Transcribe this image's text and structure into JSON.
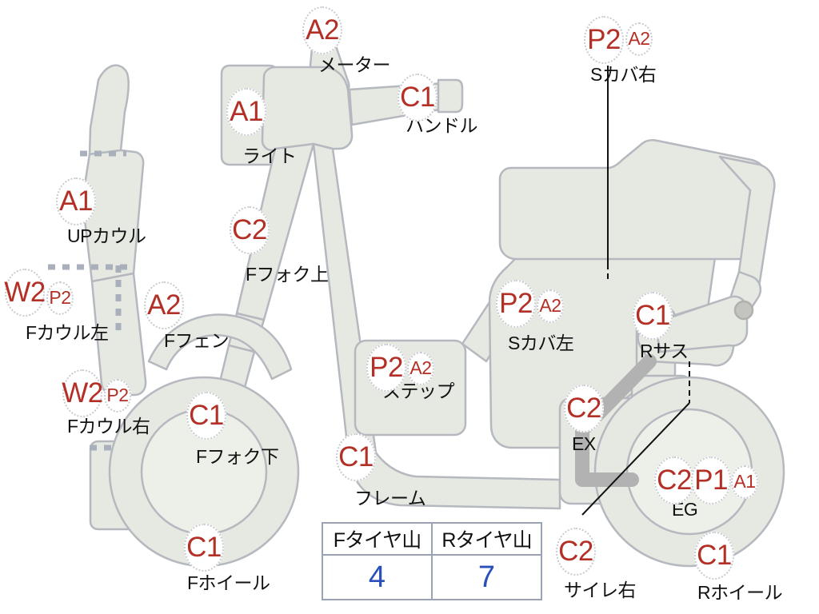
{
  "diagram": {
    "title": "Motorcycle condition inspection diagram",
    "colors": {
      "badge_text": "#b33026",
      "badge_border": "#c9ccd2",
      "body_fill": "#e6e8e2",
      "body_stroke": "#b5b8be",
      "label_text": "#121212",
      "table_border": "#9aa3b5",
      "table_value": "#2a4fb8",
      "background": "#ffffff"
    }
  },
  "parts": [
    {
      "id": "meter",
      "grade": "A2",
      "sub": null,
      "label": "メーター"
    },
    {
      "id": "handle",
      "grade": "C1",
      "sub": null,
      "label": "ハンドル"
    },
    {
      "id": "light",
      "grade": "A1",
      "sub": null,
      "label": "ライト"
    },
    {
      "id": "s-cover-r",
      "grade": "P2",
      "sub": "A2",
      "label": "Sカバ右"
    },
    {
      "id": "up-cowl",
      "grade": "A1",
      "sub": null,
      "label": "UPカウル"
    },
    {
      "id": "f-fork-up",
      "grade": "C2",
      "sub": null,
      "label": "Fフォク上"
    },
    {
      "id": "f-cowl-l",
      "grade": "W2",
      "sub": "P2",
      "label": "Fカウル左"
    },
    {
      "id": "f-fender",
      "grade": "A2",
      "sub": null,
      "label": "Fフェン"
    },
    {
      "id": "step",
      "grade": "P2",
      "sub": "A2",
      "label": "ステップ"
    },
    {
      "id": "s-cover-l",
      "grade": "P2",
      "sub": "A2",
      "label": "Sカバ左"
    },
    {
      "id": "r-sus",
      "grade": "C1",
      "sub": null,
      "label": "Rサス"
    },
    {
      "id": "f-cowl-r",
      "grade": "W2",
      "sub": "P2",
      "label": "Fカウル右"
    },
    {
      "id": "f-fork-dn",
      "grade": "C1",
      "sub": null,
      "label": "Fフォク下"
    },
    {
      "id": "exhaust",
      "grade": "C2",
      "sub": null,
      "label": "EX"
    },
    {
      "id": "frame",
      "grade": "C1",
      "sub": null,
      "label": "フレーム"
    },
    {
      "id": "engine",
      "grade": "C2",
      "sub": "P1",
      "sub2": "A1",
      "label": "EG"
    },
    {
      "id": "f-wheel",
      "grade": "C1",
      "sub": null,
      "label": "Fホイール"
    },
    {
      "id": "silencer-r",
      "grade": "C2",
      "sub": null,
      "label": "サイレ右"
    },
    {
      "id": "r-wheel",
      "grade": "C1",
      "sub": null,
      "label": "Rホイール"
    }
  ],
  "tire_table": {
    "headers": [
      "Fタイヤ山",
      "Rタイヤ山"
    ],
    "values": [
      "4",
      "7"
    ]
  }
}
